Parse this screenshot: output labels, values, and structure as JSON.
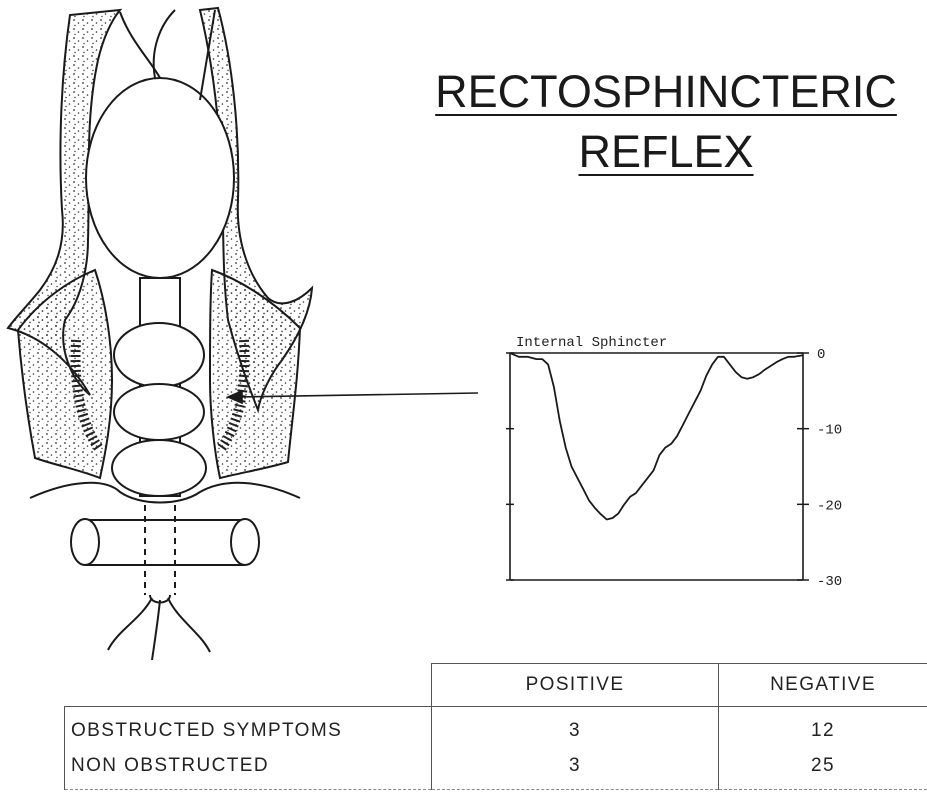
{
  "title": {
    "line1": "RECTOSPHINCTERIC",
    "line2": "REFLEX"
  },
  "chart_data": {
    "type": "line",
    "title": "Internal Sphincter",
    "xlabel": "",
    "ylabel": "",
    "ylim": [
      -30,
      0
    ],
    "yticks": [
      0,
      -10,
      -20,
      -30
    ],
    "ytick_labels": [
      "0",
      "-10",
      "-20",
      "-30"
    ],
    "x": [
      0,
      0.03,
      0.06,
      0.09,
      0.11,
      0.13,
      0.15,
      0.17,
      0.19,
      0.21,
      0.23,
      0.25,
      0.27,
      0.29,
      0.31,
      0.33,
      0.35,
      0.37,
      0.39,
      0.41,
      0.43,
      0.45,
      0.47,
      0.49,
      0.51,
      0.53,
      0.55,
      0.57,
      0.59,
      0.61,
      0.63,
      0.65,
      0.67,
      0.69,
      0.71,
      0.73,
      0.75,
      0.77,
      0.79,
      0.81,
      0.83,
      0.85,
      0.87,
      0.89,
      0.91,
      0.93,
      0.95,
      0.97,
      1.0
    ],
    "y": [
      0,
      -0.5,
      -0.5,
      -0.8,
      -0.8,
      -1.5,
      -4.5,
      -9,
      -12.5,
      -15,
      -16.5,
      -18,
      -19.5,
      -20.5,
      -21.3,
      -22,
      -21.8,
      -21.2,
      -20,
      -19,
      -18.5,
      -17.5,
      -16.5,
      -15.5,
      -13.5,
      -12.5,
      -12,
      -11,
      -9.5,
      -8,
      -6.5,
      -5,
      -3,
      -1.5,
      -0.5,
      -0.5,
      -1.5,
      -2.5,
      -3.2,
      -3.4,
      -3.2,
      -2.8,
      -2.2,
      -1.7,
      -1.2,
      -0.8,
      -0.5,
      -0.5,
      -0.3
    ],
    "grid": false,
    "legend": "none"
  },
  "table": {
    "header": {
      "positive": "POSITIVE",
      "negative": "NEGATIVE"
    },
    "rows": [
      {
        "label": "OBSTRUCTED SYMPTOMS",
        "positive": "3",
        "negative": "12"
      },
      {
        "label": "NON OBSTRUCTED",
        "positive": "3",
        "negative": "25"
      }
    ]
  }
}
